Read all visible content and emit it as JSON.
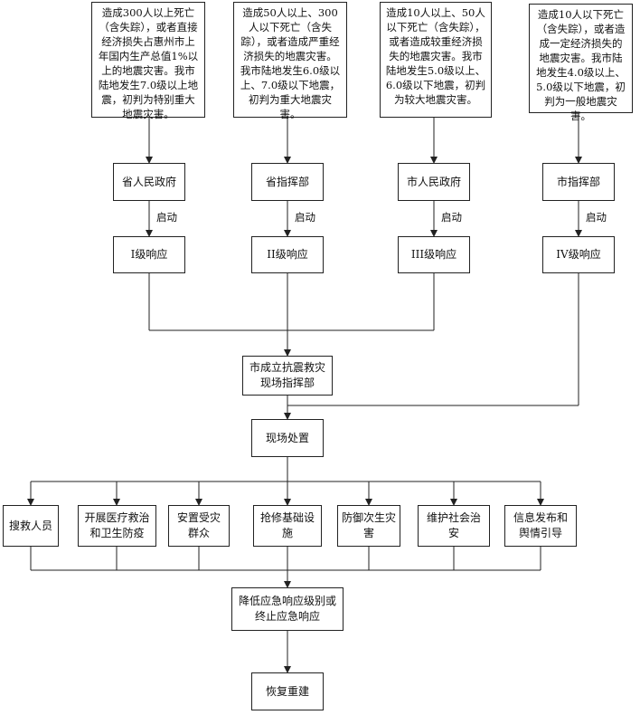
{
  "conditions": [
    "造成300人以上死亡（含失踪），或者直接经济损失占惠州市上年国内生产总值1%以上的地震灾害。我市陆地发生7.0级以上地震，初判为特别重大地震灾害。",
    "造成50人以上、300人以下死亡（含失踪），或者造成严重经济损失的地震灾害。我市陆地发生6.0级以上、7.0级以下地震，初判为重大地震灾害。",
    "造成10人以上、50人以下死亡（含失踪），或者造成较重经济损失的地震灾害。我市陆地发生5.0级以上、6.0级以下地震，初判为较大地震灾害。",
    "造成10人以下死亡（含失踪），或者造成一定经济损失的地震灾害。我市陆地发生4.0级以上、5.0级以下地震，初判为一般地震灾害。"
  ],
  "authorities": [
    "省人民政府",
    "省指挥部",
    "市人民政府",
    "市指挥部"
  ],
  "start_label": "启动",
  "responses": [
    "I级响应",
    "II级响应",
    "III级响应",
    "IV级响应"
  ],
  "command": "市成立抗震救灾现场指挥部",
  "onsite": "现场处置",
  "actions": [
    "搜救人员",
    "开展医疗救治和卫生防疫",
    "安置受灾群众",
    "抢修基础设施",
    "防御次生灾害",
    "维护社会治安",
    "信息发布和舆情引导"
  ],
  "downgrade": "降低应急响应级别或终止应急响应",
  "recovery": "恢复重建"
}
